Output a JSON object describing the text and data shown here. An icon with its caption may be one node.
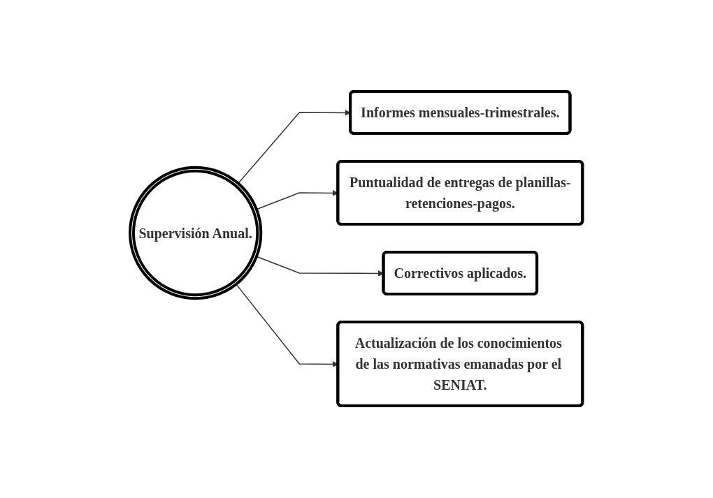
{
  "diagram": {
    "nodes": [
      {
        "text": [
          "Supervisión Anual."
        ]
      },
      {
        "text": [
          "Informes mensuales-trimestrales."
        ]
      },
      {
        "text": [
          "Puntualidad de entregas de planillas-retenciones-pagos."
        ]
      },
      {
        "text": [
          "Correctivos aplicados."
        ]
      },
      {
        "text": [
          "Actualización de los conocimientos de las normativas emanadas por el SENIAT."
        ]
      }
    ],
    "edges": [
      {
        "from": 0,
        "to": 1,
        "arrow": "to"
      },
      {
        "from": 0,
        "to": 2,
        "arrow": "to"
      },
      {
        "from": 0,
        "to": 3,
        "arrow": "to"
      },
      {
        "from": 0,
        "to": 4,
        "arrow": "to"
      }
    ]
  }
}
